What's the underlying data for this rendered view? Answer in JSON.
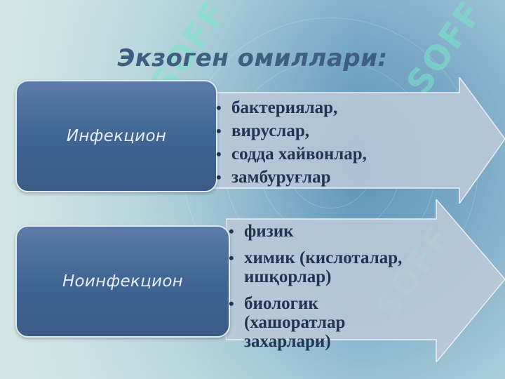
{
  "slide": {
    "title": "Экзоген омиллари:"
  },
  "groups": [
    {
      "label": "Инфекцион",
      "items": [
        "бактериялар,",
        "вируслар,",
        "содда хайвонлар,",
        "замбуруғлар"
      ]
    },
    {
      "label": "Ноинфекцион",
      "items": [
        "физик",
        "химик (кислоталар, ишқорлар)",
        "биологик (хашоратлар захарлари)"
      ]
    }
  ],
  "bullet_char": "•",
  "watermark": {
    "text": "SOFF"
  },
  "colors": {
    "title": "#3e5f7f",
    "box_fill": "#3f6492",
    "bullet_text": "#1f3552",
    "arrow_fill": "#b9c8d8"
  }
}
